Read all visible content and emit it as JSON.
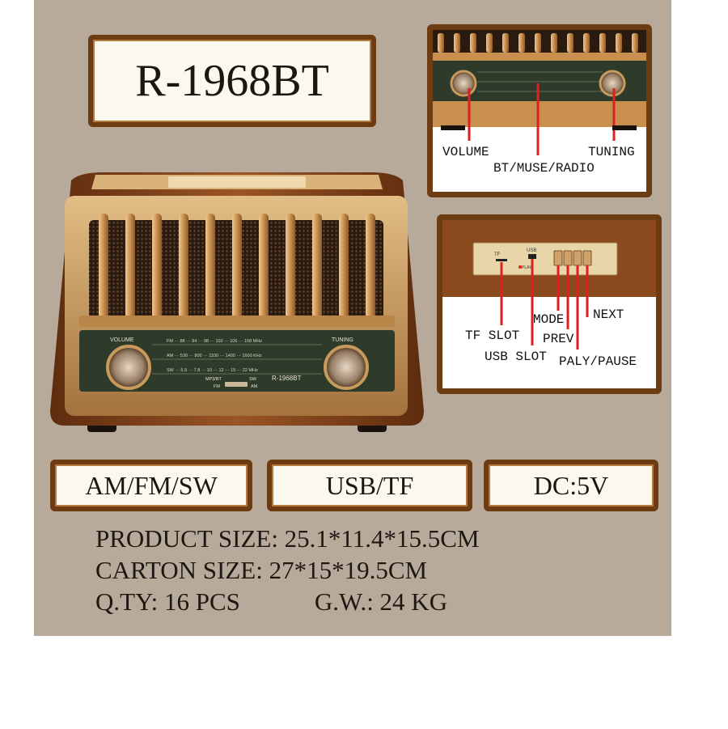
{
  "model": "R-1968BT",
  "features": [
    "AM/FM/SW",
    "USB/TF",
    "DC:5V"
  ],
  "specs": {
    "product_size": "PRODUCT  SIZE: 25.1*11.4*15.5CM",
    "carton_size": "CARTON SIZE: 27*15*19.5CM",
    "qty": "Q.TY: 16 PCS",
    "gross_weight": "G.W.: 24 KG"
  },
  "front_controls": {
    "volume": "VOLUME",
    "mode_switch": "BT/MUSE/RADIO",
    "tuning": "TUNING"
  },
  "back_panel": {
    "tf_slot": "TF SLOT",
    "usb_slot": "USB SLOT",
    "mode": "MODE",
    "prev": "PREV",
    "play_pause": "PALY/PAUSE",
    "next": "NEXT"
  },
  "dial": {
    "volume": "VOLUME",
    "tuning": "TUNING",
    "model": "R-1968BT",
    "mode_marks": "MP3/BT",
    "fm": "FM",
    "sw": "SW",
    "am": "AM",
    "fm_scale": "FM ··· 88 ··· 94 ··· 98 ··· 102 ··· 106 ··· 108 MHz",
    "am_scale": "AM ··· 530 ··· 800 ··· 1100 ··· 1400 ··· 1600 KHz",
    "sw_scale": "SW ··· 5.9 ··· 7.8 ··· 10 ··· 12 ··· 15 ··· 22 MHz"
  },
  "back_labels": {
    "tf": "TF",
    "usb": "USB",
    "play": "PLAY"
  },
  "colors": {
    "panel_background": "#b7aa9b",
    "frame_brown": "#6e3c13",
    "wood": "#8a4a1e",
    "gold": "#c89a5c",
    "callout_red": "#e02020"
  }
}
